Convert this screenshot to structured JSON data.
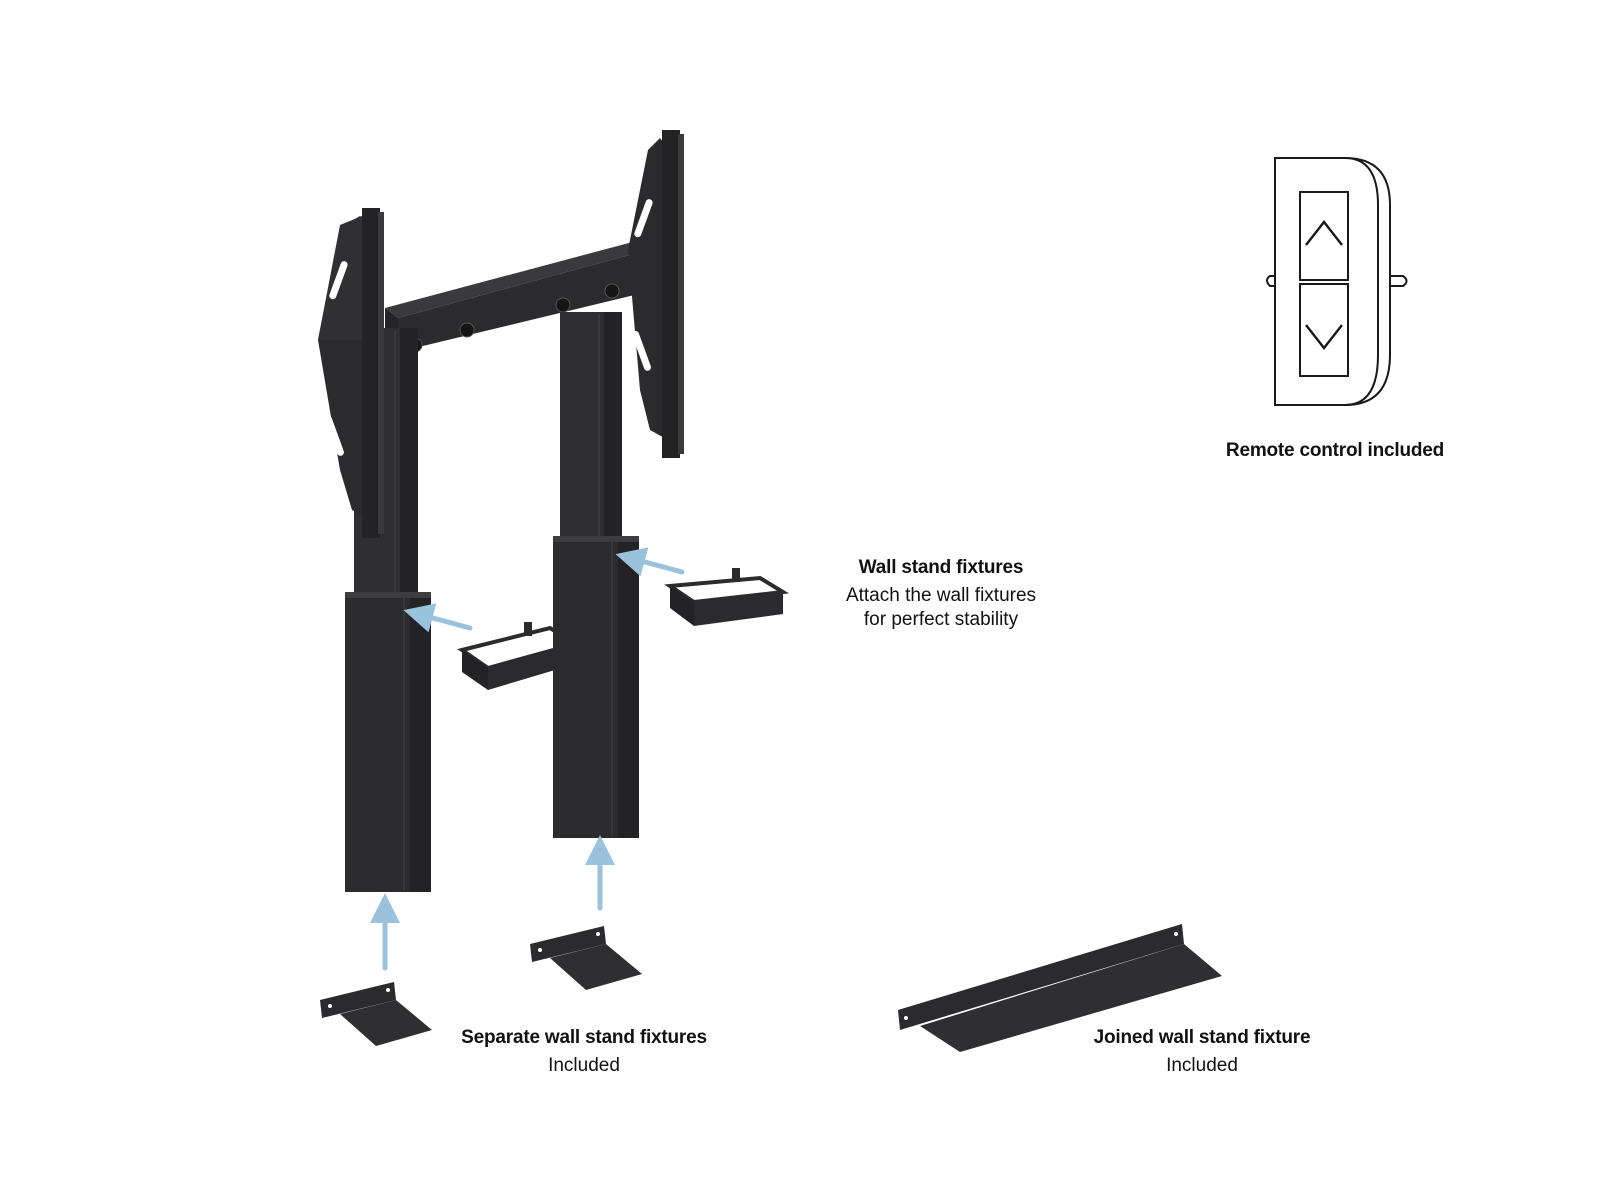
{
  "labels": {
    "remote_title": "Remote control included",
    "wall_title": "Wall stand fixtures",
    "wall_desc_line1": "Attach the wall fixtures",
    "wall_desc_line2": "for perfect stability",
    "separate_title": "Separate wall stand fixtures",
    "separate_sub": "Included",
    "joined_title": "Joined wall stand fixture",
    "joined_sub": "Included"
  },
  "icons": {
    "remote": "remote-control-icon",
    "up": "chevron-up-icon",
    "down": "chevron-down-icon"
  },
  "colors": {
    "metal": "#2b2b2d",
    "metal_light": "#3a3a3d",
    "arrow": "#9bc2dc"
  }
}
